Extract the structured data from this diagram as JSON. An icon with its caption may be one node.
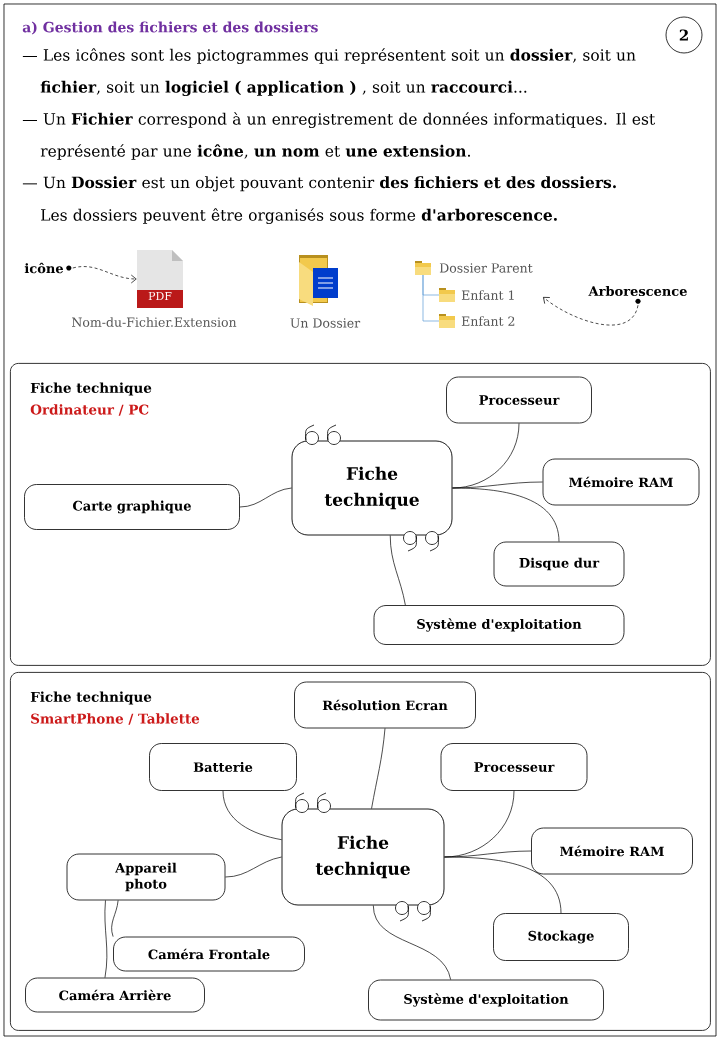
{
  "diagram": {
    "title": "a) Gestion des fichiers et des dossiers",
    "nodes": [
      {
        "text": [
          "2"
        ]
      },
      {
        "text": [
          "icône"
        ]
      },
      {
        "text": [
          "PDF"
        ],
        "beside": [
          "Nom-du-Fichier.Extension"
        ]
      },
      {
        "text": [
          "Dossier Parent"
        ]
      },
      {
        "text": [
          "Enfant 1"
        ]
      },
      {
        "text": [
          "Enfant 2"
        ]
      },
      {
        "text": [
          "Arborescence"
        ]
      },
      {
        "text": [
          "Fiche technique",
          "Ordinateur / PC"
        ]
      },
      {
        "text": [
          "Fiche technique"
        ],
        "in": 7
      },
      {
        "text": [
          "Processeur"
        ],
        "in": 7
      },
      {
        "text": [
          "Carte graphique"
        ],
        "in": 7
      },
      {
        "text": [
          "Mémoire RAM"
        ],
        "in": 7
      },
      {
        "text": [
          "Disque dur"
        ],
        "in": 7
      },
      {
        "text": [
          "Système d'exploitation"
        ],
        "in": 7
      },
      {
        "text": [
          "Fiche technique",
          "SmartPhone / Tablette"
        ]
      },
      {
        "text": [
          "Résolution Ecran"
        ],
        "in": 14
      },
      {
        "text": [
          "Batterie"
        ],
        "in": 14
      },
      {
        "text": [
          "Processeur"
        ],
        "in": 14
      },
      {
        "text": [
          "Fiche technique"
        ],
        "in": 14
      },
      {
        "text": [
          "Appareil photo"
        ],
        "in": 14
      },
      {
        "text": [
          "Mémoire RAM"
        ],
        "in": 14
      },
      {
        "text": [
          "Stockage"
        ],
        "in": 14
      },
      {
        "text": [
          "Caméra Frontale"
        ],
        "in": 14
      },
      {
        "text": [
          "Caméra Arrière"
        ],
        "in": 14
      },
      {
        "text": [
          "Système d'exploitation"
        ],
        "in": 14
      }
    ],
    "edges": [
      {
        "from": 1,
        "to": 2,
        "arrow": "to",
        "style": "dashed"
      },
      {
        "from": 3,
        "to": 4,
        "arrow": "none",
        "color": "#5b9bd5"
      },
      {
        "from": 3,
        "to": 5,
        "arrow": "none",
        "color": "#5b9bd5"
      },
      {
        "from": 6,
        "to": null,
        "arrow": "to",
        "style": "dashed"
      },
      {
        "from": 8,
        "to": 9,
        "arrow": "none"
      },
      {
        "from": 8,
        "to": 10,
        "arrow": "none"
      },
      {
        "from": 8,
        "to": 11,
        "arrow": "none"
      },
      {
        "from": 8,
        "to": 12,
        "arrow": "none"
      },
      {
        "from": 8,
        "to": 13,
        "arrow": "none"
      },
      {
        "from": 18,
        "to": 15,
        "arrow": "none"
      },
      {
        "from": 18,
        "to": 16,
        "arrow": "none"
      },
      {
        "from": 18,
        "to": 17,
        "arrow": "none"
      },
      {
        "from": 18,
        "to": 19,
        "arrow": "none"
      },
      {
        "from": 18,
        "to": 20,
        "arrow": "none"
      },
      {
        "from": 18,
        "to": 21,
        "arrow": "none"
      },
      {
        "from": 18,
        "to": 24,
        "arrow": "none"
      },
      {
        "from": 19,
        "to": 22,
        "arrow": "none"
      },
      {
        "from": 19,
        "to": 23,
        "arrow": "none"
      }
    ],
    "labels": [
      "— Les icônes sont les pictogrammes qui représentent soit un **dossier**, soit un **fichier**, soit un **logiciel ( application )** , soit un **raccourci**...",
      "— Un **Fichier** correspond à un enregistrement de données informatiques. Il est représenté par une **icône**, **un nom** et **une extension**.",
      "— Un **Dossier** est un objet pouvant contenir **des fichiers et des dossiers.**",
      "Les dossiers peuvent être organisés sous forme **d'arborescence.**",
      "Un Dossier"
    ]
  }
}
